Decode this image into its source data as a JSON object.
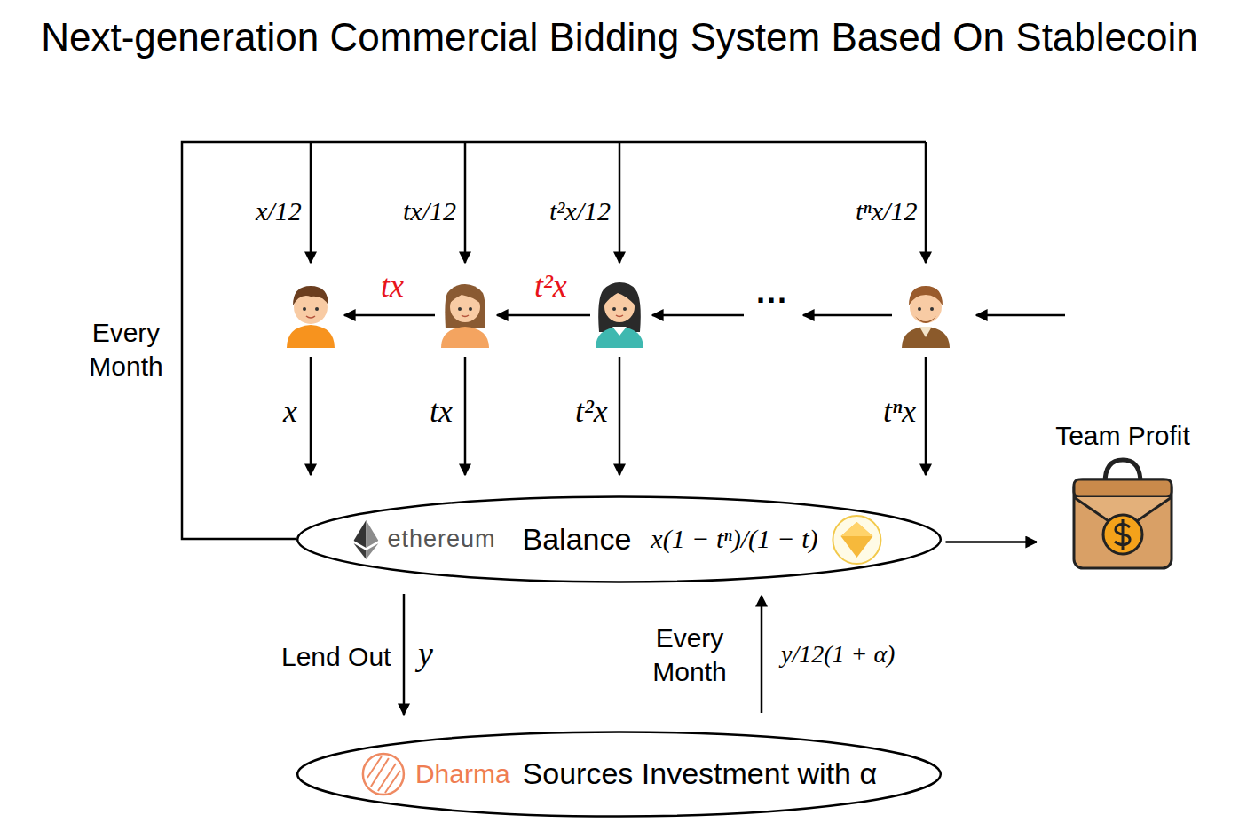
{
  "diagram": {
    "title": "Next-generation Commercial Bidding System Based On Stablecoin",
    "nodes": [
      {
        "text": [
          "ethereum",
          "Balance",
          "x(1 − tⁿ)/(1 − t)"
        ]
      },
      {
        "text": [
          "Team Profit"
        ]
      },
      {
        "text": [
          "Dharma",
          "Sources Investment with α"
        ]
      }
    ],
    "edges": [
      {
        "from": 0,
        "to": 1,
        "arrow": "to"
      },
      {
        "from": 0,
        "to": 2,
        "arrow": "to",
        "label": "y"
      },
      {
        "from": 2,
        "to": 0,
        "arrow": "to",
        "label": "y/12(1 + α)"
      }
    ],
    "labels": [
      "x/12",
      "tx/12",
      "t²x/12",
      "tⁿx/12",
      "tx",
      "t²x",
      "···",
      "Every Month",
      "x",
      "tx",
      "t²x",
      "tⁿx",
      "Lend Out",
      "Every Month"
    ]
  }
}
